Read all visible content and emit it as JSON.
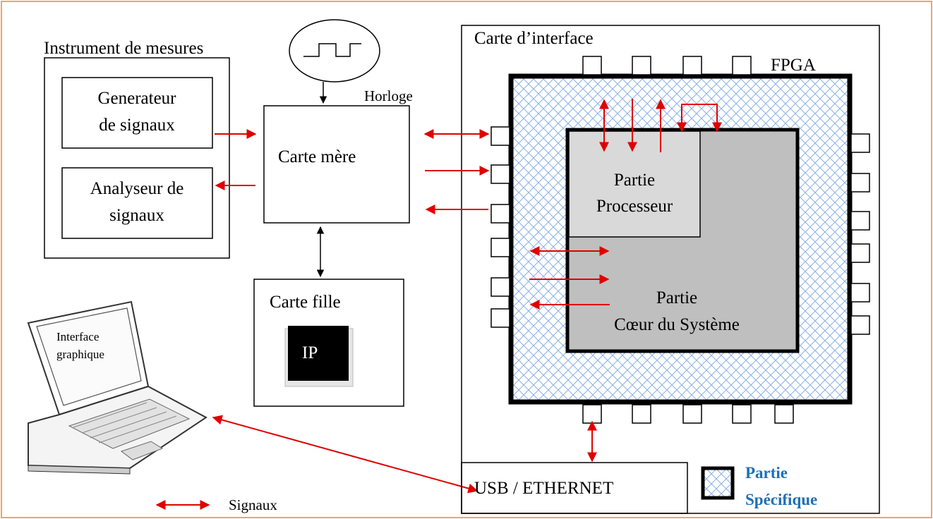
{
  "instrument": {
    "title": "Instrument de mesures",
    "generator_line1": "Generateur",
    "generator_line2": "de signaux",
    "analyzer_line1": "Analyseur de",
    "analyzer_line2": "signaux"
  },
  "clock": {
    "label": "Horloge",
    "icon": "square-wave-icon"
  },
  "motherboard": {
    "label": "Carte mère"
  },
  "daughterboard": {
    "label": "Carte fille",
    "ip_label": "IP"
  },
  "laptop": {
    "screen_line1": "Interface",
    "screen_line2": "graphique",
    "icon": "laptop-icon"
  },
  "interface_board": {
    "title": "Carte d’interface",
    "fpga_label": "FPGA",
    "processor_line1": "Partie",
    "processor_line2": "Processeur",
    "core_line1": "Partie",
    "core_line2": "Cœur du Système",
    "usb_label": "USB / ETHERNET"
  },
  "legend": {
    "signals_label": "Signaux",
    "specific_line1": "Partie",
    "specific_line2": "Spécifique"
  },
  "colors": {
    "frame_border": "#f4a261",
    "arrow_red": "#e00000",
    "hatch_blue": "#8fb3e8",
    "processor_fill": "#d9d9d9",
    "core_fill": "#bfbfbf",
    "specific_text": "#1f6fb5"
  }
}
